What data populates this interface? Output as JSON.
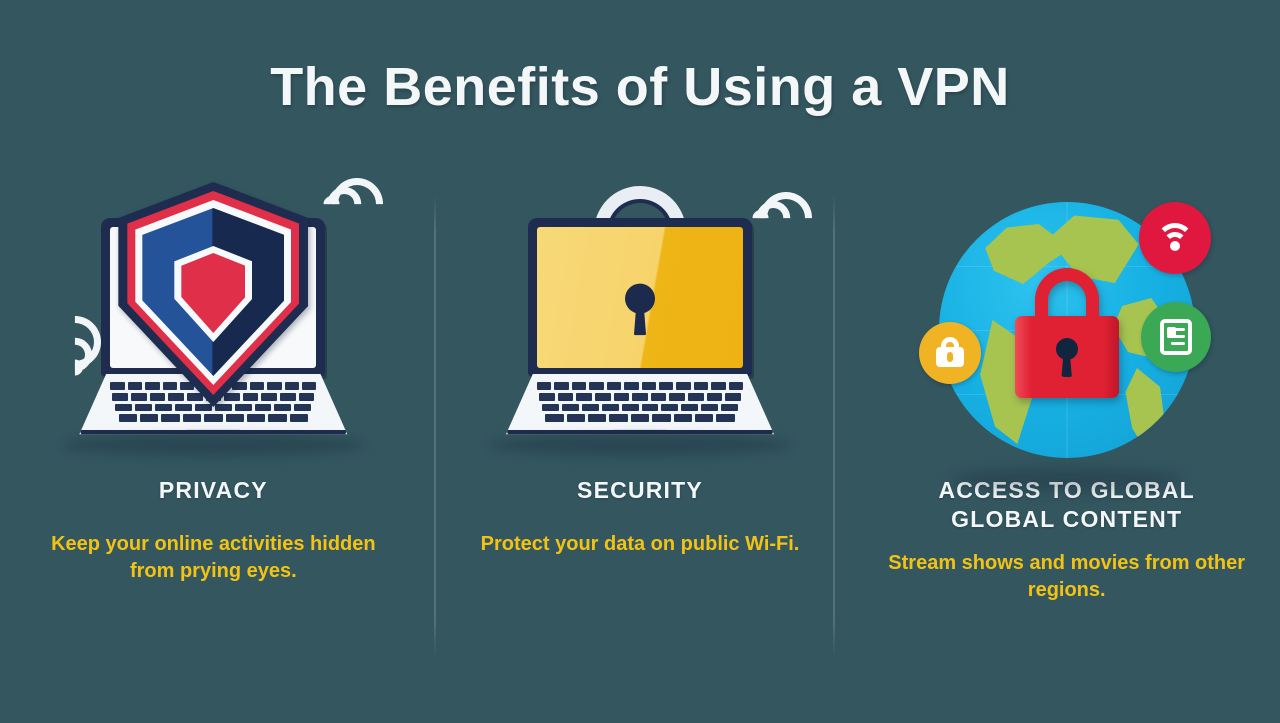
{
  "poster": {
    "title": "The Benefits of Using a VPN",
    "background_color": "#33565f",
    "heading_color": "#f3f7f9",
    "subtext_color": "#f2c314"
  },
  "columns": [
    {
      "id": "privacy",
      "heading": "PRIVACY",
      "heading_line2": "",
      "subtext": "Keep your online activities hidden from prying eyes.",
      "illustration": "laptop-with-shield",
      "icons": [
        "shield-icon",
        "wifi-signal-icon",
        "laptop-icon"
      ],
      "colors": {
        "shield_outer": "#1e2d4f",
        "shield_band_red": "#e03049",
        "shield_band_white": "#f7fafc",
        "shield_body_left": "#24539a",
        "shield_body_right": "#18294f",
        "shield_inner": "#e03049"
      }
    },
    {
      "id": "security",
      "heading": "SECURITY",
      "heading_line2": "",
      "subtext": "Protect your data on public Wi-Fi.",
      "illustration": "laptop-with-padlock-screen",
      "icons": [
        "padlock-icon",
        "keyhole-icon",
        "wifi-signal-icon",
        "laptop-icon"
      ],
      "colors": {
        "padlock_body": "#f2c94c",
        "padlock_shackle": "#e6ecf2",
        "keyhole": "#1b2a4d",
        "laptop_frame": "#1e2d4f"
      }
    },
    {
      "id": "access-to-global-content",
      "heading": "ACCESS TO GLOBAL",
      "heading_line2": "GLOBAL CONTENT",
      "subtext": "Stream shows and movies from other regions.",
      "illustration": "globe-with-padlock-and-badges",
      "icons": [
        "globe-icon",
        "padlock-icon",
        "wifi-badge-icon",
        "lock-badge-icon",
        "document-badge-icon"
      ],
      "colors": {
        "globe_ocean": "#17b2e4",
        "globe_land": "#a8c450",
        "padlock_red": "#e02133",
        "badge_wifi": "#e0183f",
        "badge_lock": "#f0b323",
        "badge_doc": "#3aa855"
      }
    }
  ]
}
